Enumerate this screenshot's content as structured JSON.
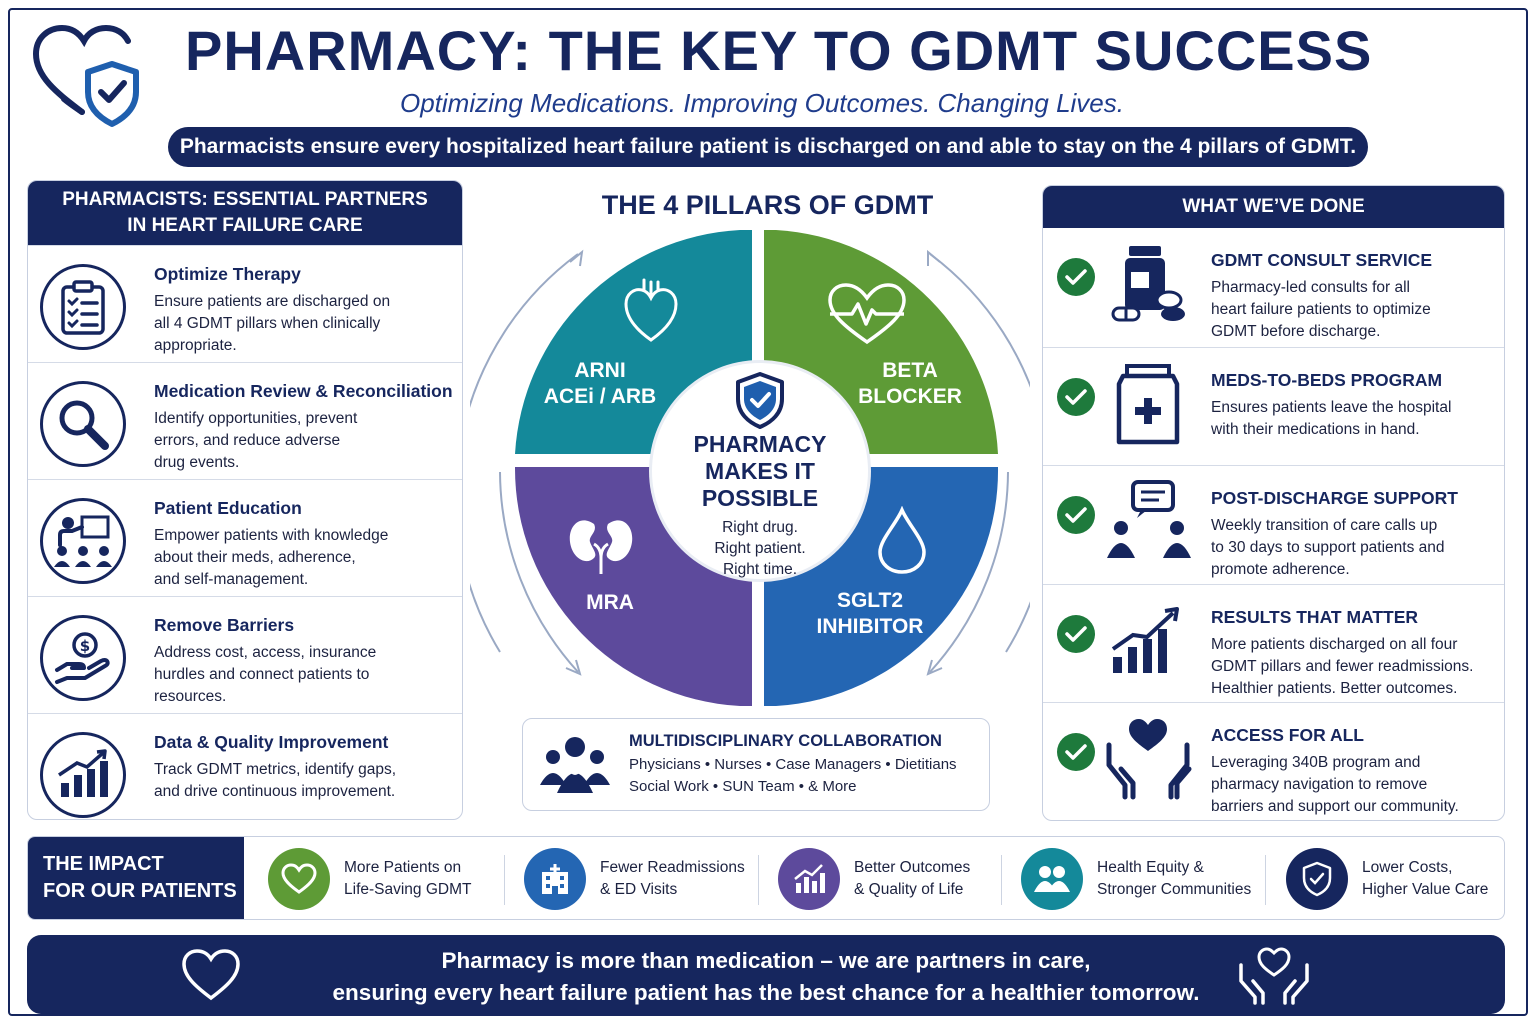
{
  "header": {
    "title": "PHARMACY: THE KEY TO GDMT SUCCESS",
    "subtitle": "Optimizing Medications. Improving Outcomes. Changing Lives.",
    "banner": "Pharmacists ensure every hospitalized heart failure patient is discharged on and able to stay on the 4 pillars of GDMT."
  },
  "left": {
    "heading_line1": "PHARMACISTS: ESSENTIAL PARTNERS",
    "heading_line2": "IN HEART FAILURE CARE",
    "items": [
      {
        "title": "Optimize Therapy",
        "desc": "Ensure patients are discharged on\nall 4 GDMT pillars when clinically\nappropriate.",
        "icon": "clipboard-checklist-icon"
      },
      {
        "title": "Medication Review & Reconciliation",
        "desc": "Identify opportunities, prevent\nerrors, and reduce adverse\ndrug events.",
        "icon": "magnifier-icon"
      },
      {
        "title": "Patient Education",
        "desc": "Empower patients with knowledge\nabout their meds, adherence,\nand self-management.",
        "icon": "teacher-icon"
      },
      {
        "title": "Remove Barriers",
        "desc": "Address cost, access, insurance\nhurdles and connect patients to\nresources.",
        "icon": "hand-dollar-icon"
      },
      {
        "title": "Data & Quality Improvement",
        "desc": "Track GDMT metrics, identify gaps,\nand drive continuous improvement.",
        "icon": "chart-growth-icon"
      }
    ]
  },
  "center": {
    "title": "THE 4 PILLARS OF GDMT",
    "pillars": [
      {
        "label": "ARNI\nACEi / ARB",
        "color": "#14899a",
        "icon": "heart-organ-icon"
      },
      {
        "label": "BETA\nBLOCKER",
        "color": "#5e9b36",
        "icon": "heartbeat-icon"
      },
      {
        "label": "MRA",
        "color": "#5d4a9c",
        "icon": "kidneys-icon"
      },
      {
        "label": "SGLT2\nINHIBITOR",
        "color": "#2466b3",
        "icon": "droplet-icon"
      }
    ],
    "core_title": "PHARMACY\nMAKES IT\nPOSSIBLE",
    "core_sub": "Right drug.\nRight patient.\nRight time.",
    "collab_title": "MULTIDISCIPLINARY COLLABORATION",
    "collab_line1": "Physicians  •  Nurses  •  Case Managers  •  Dietitians",
    "collab_line2": "Social Work  •  SUN Team  •  & More"
  },
  "right": {
    "heading": "WHAT WE’VE DONE",
    "items": [
      {
        "title": "GDMT CONSULT SERVICE",
        "desc": "Pharmacy-led consults for all\nheart failure patients to optimize\nGDMT before discharge.",
        "icon": "pill-bottle-icon"
      },
      {
        "title": "MEDS-TO-BEDS PROGRAM",
        "desc": "Ensures patients leave the hospital\nwith their medications in hand.",
        "icon": "medicine-bag-icon"
      },
      {
        "title": "POST-DISCHARGE SUPPORT",
        "desc": "Weekly transition of care calls up\nto 30 days to support patients and\npromote adherence.",
        "icon": "conversation-icon"
      },
      {
        "title": "RESULTS THAT MATTER",
        "desc": "More patients discharged on all four\nGDMT pillars and fewer readmissions.\nHealthier patients. Better outcomes.",
        "icon": "results-chart-icon"
      },
      {
        "title": "ACCESS FOR ALL",
        "desc": "Leveraging 340B program and\npharmacy navigation to remove\nbarriers and support our community.",
        "icon": "hands-heart-icon"
      }
    ]
  },
  "impact": {
    "heading": "THE IMPACT\nFOR OUR PATIENTS",
    "items": [
      {
        "text": "More Patients on\nLife-Saving GDMT",
        "color": "#5e9b36",
        "icon": "heart-icon"
      },
      {
        "text": "Fewer Readmissions\n& ED Visits",
        "color": "#2466b3",
        "icon": "hospital-icon"
      },
      {
        "text": "Better Outcomes\n& Quality of Life",
        "color": "#5d4a9c",
        "icon": "growth-icon"
      },
      {
        "text": "Health Equity &\nStronger Communities",
        "color": "#14899a",
        "icon": "people-icon"
      },
      {
        "text": "Lower Costs,\nHigher Value Care",
        "color": "#16265e",
        "icon": "shield-check-icon"
      }
    ]
  },
  "footer": {
    "text": "Pharmacy is more than medication – we are partners in care,\nensuring every heart failure patient has the best chance for a healthier tomorrow."
  },
  "colors": {
    "navy": "#16265e",
    "teal": "#14899a",
    "green": "#5e9b36",
    "purple": "#5d4a9c",
    "blue": "#2466b3",
    "check_green": "#1e7a3c"
  }
}
